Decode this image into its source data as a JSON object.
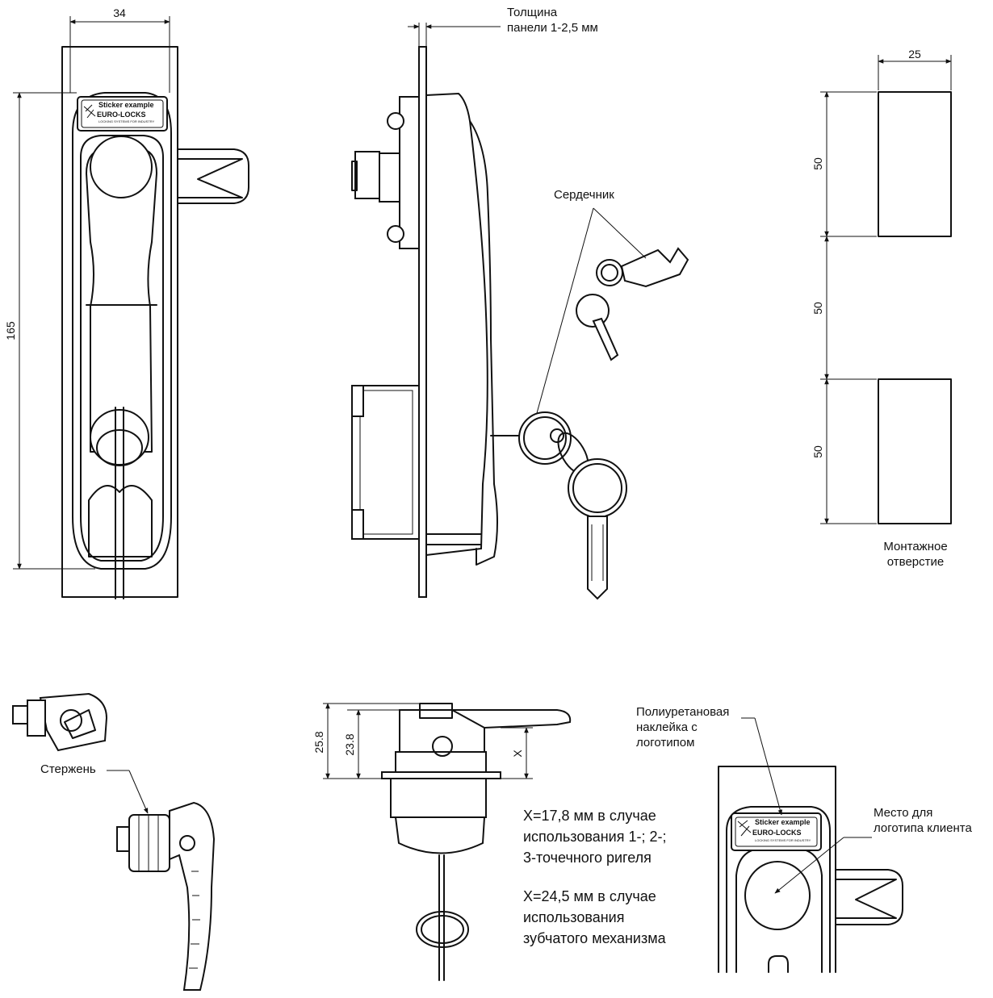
{
  "dimensions": {
    "width_34": "34",
    "height_165": "165",
    "width_25": "25",
    "seg_1": "50",
    "seg_2": "50",
    "seg_3": "50",
    "h_25_8": "25.8",
    "h_23_8": "23.8",
    "x_mark": "X"
  },
  "labels": {
    "panel_thickness_1": "Толщина",
    "panel_thickness_2": "панели 1-2,5 мм",
    "core": "Сердечник",
    "mounting_hole_1": "Монтажное",
    "mounting_hole_2": "отверстие",
    "rod": "Стержень",
    "sticker_1": "Полиуретановая",
    "sticker_2": "наклейка с",
    "sticker_3": "логотипом",
    "client_logo_1": "Место для",
    "client_logo_2": "логотипа клиента"
  },
  "notes": {
    "note1_line1": "X=17,8 мм в случае",
    "note1_line2": "использования 1-; 2-;",
    "note1_line3": "3-точечного ригеля",
    "note2_line1": "X=24,5 мм в случае",
    "note2_line2": "использования",
    "note2_line3": "зубчатого механизма"
  },
  "sticker": {
    "title": "Sticker example",
    "brand": "EURO-LOCKS",
    "tagline": "LOCKING SYSTEMS FOR INDUSTRY"
  }
}
